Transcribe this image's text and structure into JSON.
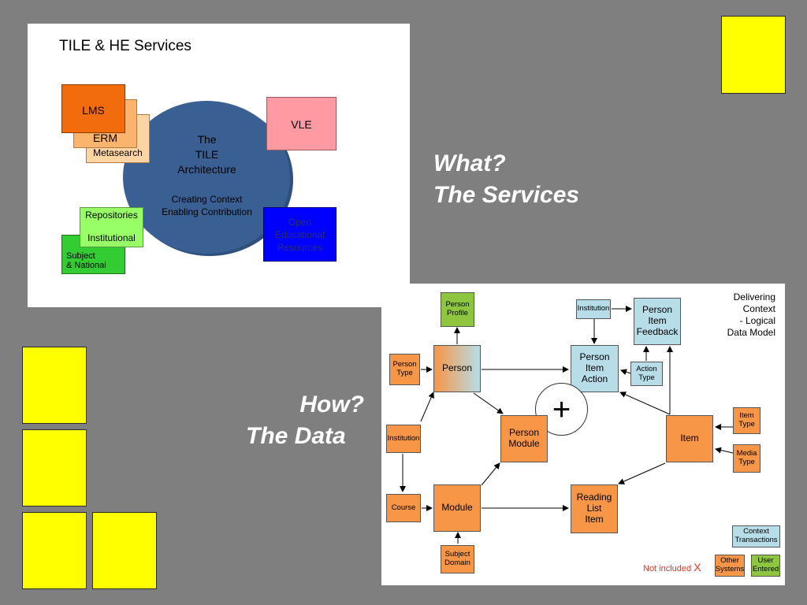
{
  "slide": {
    "right_heading": [
      "What?",
      "The Services"
    ],
    "left_heading": [
      "How?",
      "The Data"
    ]
  },
  "services": {
    "title": "TILE & HE Services",
    "lms": "LMS",
    "erm": "ERM",
    "metasearch": "Metasearch",
    "vle": "VLE",
    "architecture": [
      "The",
      "TILE",
      "Architecture"
    ],
    "context_lines": [
      "Creating Context",
      "Enabling Contribution"
    ],
    "repositories": "Repositories",
    "institutional": "Institutional",
    "subject_national": [
      "Subject",
      "& National"
    ],
    "oer": [
      "Open",
      "Educational",
      "Resources"
    ],
    "colors": {
      "lms": "#f26c0d",
      "erm": "#fbb46e",
      "metasearch": "#fdd5a4",
      "vle": "#ff9aa2",
      "repositories": "#99ff66",
      "subject": "#33cc33",
      "oer": "#0000ff",
      "circle": "#3a5f93"
    }
  },
  "datamodel": {
    "title": [
      "Delivering",
      "Context",
      "- Logical",
      "Data Model"
    ],
    "person_profile": [
      "Person",
      "Profile"
    ],
    "person_type": [
      "Person",
      "Type"
    ],
    "person": "Person",
    "institution_top": "Institution",
    "person_item_feedback": [
      "Person",
      "Item",
      "Feedback"
    ],
    "person_item_action": [
      "Person",
      "Item",
      "Action"
    ],
    "action_type": [
      "Action",
      "Type"
    ],
    "plus": "+",
    "institution": "Institution",
    "person_module": [
      "Person",
      "Module"
    ],
    "item": "Item",
    "item_type": [
      "Item",
      "Type"
    ],
    "media_type": [
      "Media",
      "Type"
    ],
    "course": "Course",
    "module": "Module",
    "reading_list_item": [
      "Reading",
      "List",
      "Item"
    ],
    "subject_domain": [
      "Subject",
      "Domain"
    ],
    "legend": {
      "context_transactions": [
        "Context",
        "Transactions"
      ],
      "not_included": "Not included",
      "x_mark": "X",
      "other_systems": [
        "Other",
        "Systems"
      ],
      "user_entered": [
        "User",
        "Entered"
      ]
    },
    "colors": {
      "orange": "#f79646",
      "blue": "#b7dde8",
      "green": "#8ec63f",
      "not_included": "#e8331c"
    }
  }
}
